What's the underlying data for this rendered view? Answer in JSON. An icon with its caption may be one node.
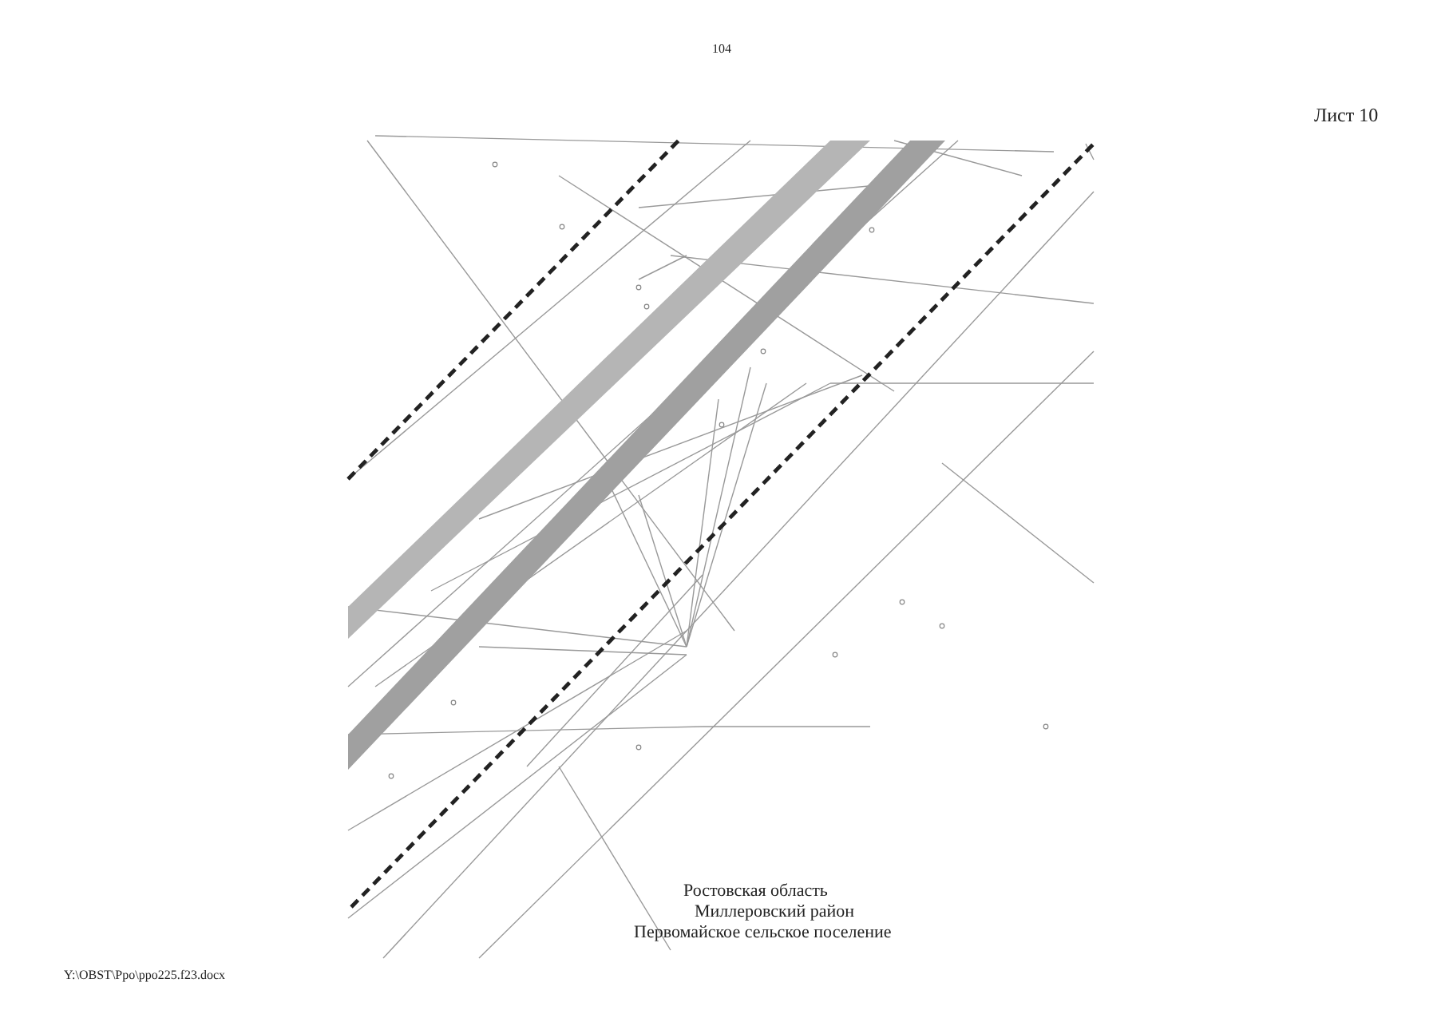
{
  "diagram": {
    "labels": [
      "104",
      "Лист 10",
      "Ростовская область",
      "Миллеровский район",
      "Первомайское сельское поселение",
      "Y:\\OBST\\Ppo\\ppo225.f23.docx"
    ]
  }
}
